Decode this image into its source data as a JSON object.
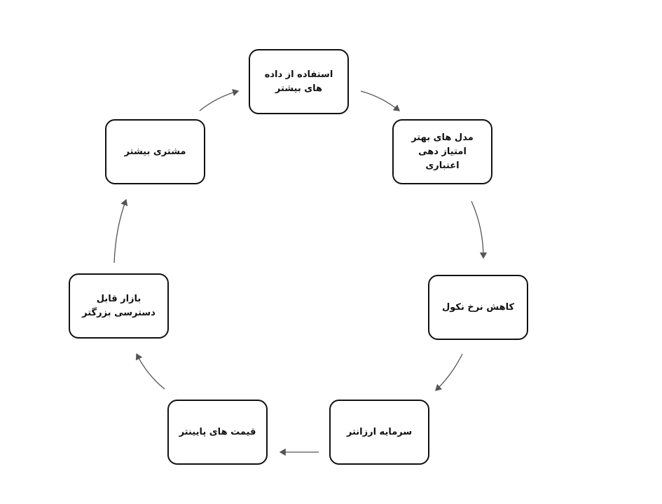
{
  "nodes": [
    {
      "id": "more-data",
      "label": "استفاده از داده های بیشتر"
    },
    {
      "id": "better-models",
      "label": "مدل های بهتر امتیاز دهی اعتباری"
    },
    {
      "id": "lower-default",
      "label": "کاهش نرخ نکول"
    },
    {
      "id": "cheaper-capital",
      "label": "سرمایه ارزانتر"
    },
    {
      "id": "lower-prices",
      "label": "قیمت های پایینتر"
    },
    {
      "id": "bigger-market",
      "label": "بازار قابل دسترسی بزرگتر"
    },
    {
      "id": "more-customers",
      "label": "مشتری بیشتر"
    }
  ],
  "colors": {
    "stroke": "#111111",
    "arrow": "#555555"
  }
}
